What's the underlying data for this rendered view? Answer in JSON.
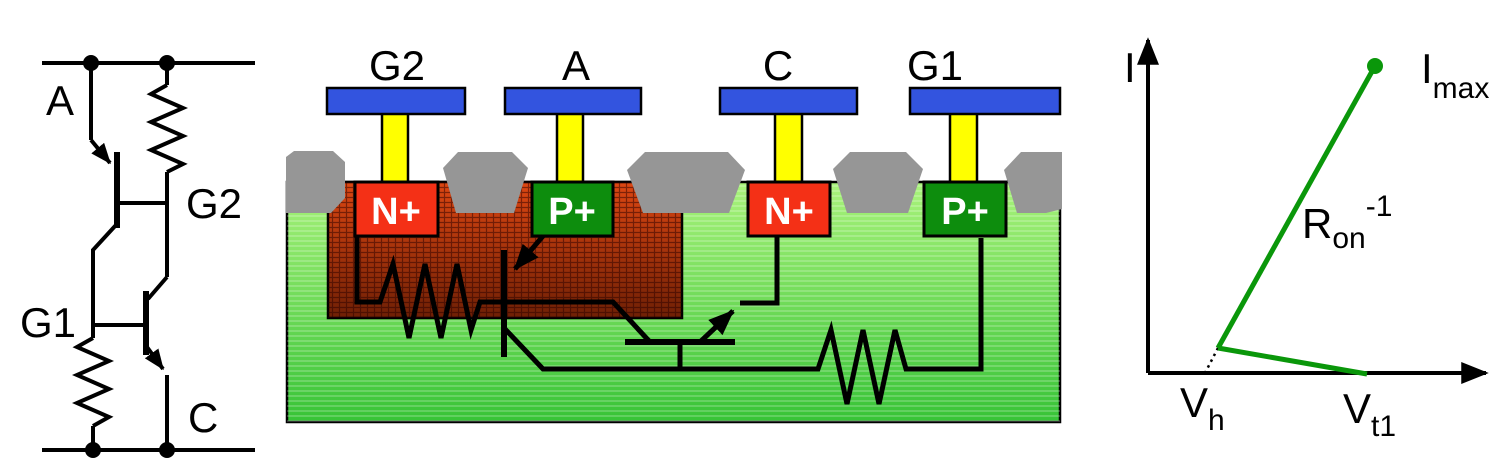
{
  "colors": {
    "metal": "#3354df",
    "via": "#ffff00",
    "oxide": "#969696",
    "nplus": "#f43016",
    "pplus": "#0d8d0d",
    "nwell_top": "#dd4712",
    "nwell_bottom": "#6f2005",
    "substrate_top": "#aaf37c",
    "substrate_bottom": "#37c337",
    "curve": "#0a970a",
    "ink": "#000000"
  },
  "schematic": {
    "labels": {
      "a": "A",
      "g2": "G2",
      "g1": "G1",
      "c": "C"
    }
  },
  "cross_section": {
    "terminals": [
      {
        "label": "G2",
        "region": "N+"
      },
      {
        "label": "A",
        "region": "P+"
      },
      {
        "label": "C",
        "region": "N+"
      },
      {
        "label": "G1",
        "region": "P+"
      }
    ]
  },
  "plot": {
    "type": "line",
    "y_axis_label": "I",
    "labels": {
      "imax": {
        "main": "I",
        "sub": "max"
      },
      "ron": {
        "main": "R",
        "sub": "on",
        "sup": "-1"
      },
      "vh": {
        "main": "V",
        "sub": "h"
      },
      "vt1": {
        "main": "V",
        "sub": "t1"
      }
    },
    "curve_shape": [
      {
        "point": "Vt1 on voltage axis"
      },
      {
        "point": "snapback knee above Vh"
      },
      {
        "point": "Imax at top of Ron^-1 slope"
      }
    ]
  }
}
